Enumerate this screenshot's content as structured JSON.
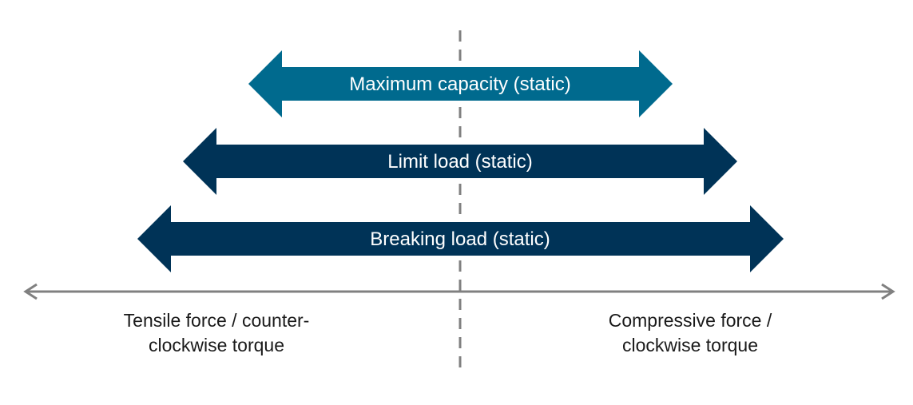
{
  "arrows": [
    {
      "id": "maximum-capacity",
      "label": "Maximum capacity (static)",
      "color": "#006A8E"
    },
    {
      "id": "limit-load",
      "label": "Limit load (static)",
      "color": "#003357"
    },
    {
      "id": "breaking-load",
      "label": "Breaking load (static)",
      "color": "#003357"
    }
  ],
  "axis": {
    "left_label_line1": "Tensile force / counter-",
    "left_label_line2": "clockwise torque",
    "right_label_line1": "Compressive force /",
    "right_label_line2": "clockwise torque",
    "axis_color": "#808080",
    "center_line_color": "#808080"
  }
}
